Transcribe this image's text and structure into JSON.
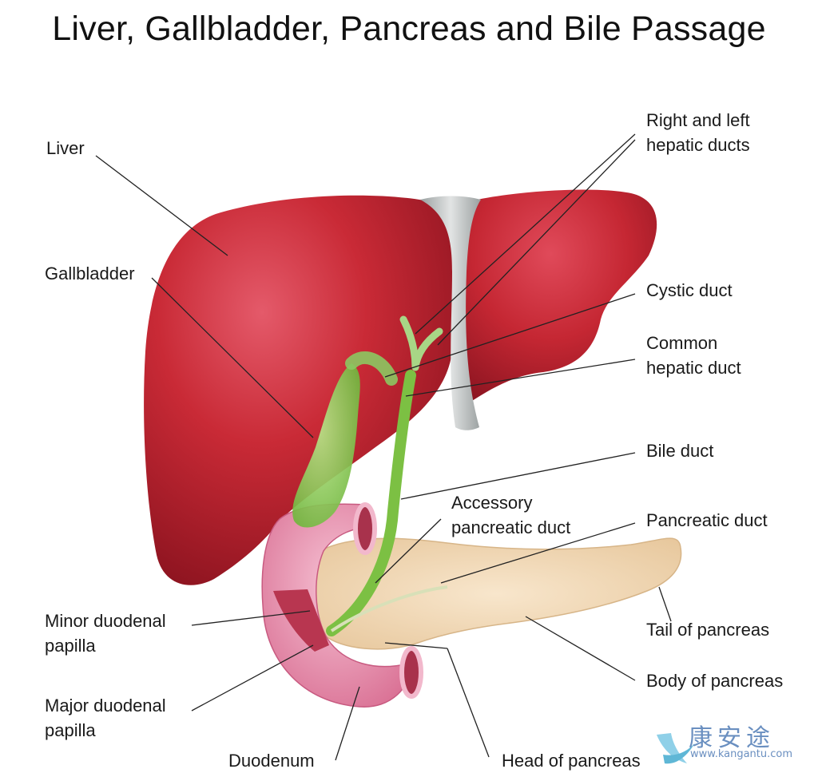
{
  "title": "Liver, Gallbladder, Pancreas and Bile Passage",
  "labels": {
    "liver": "Liver",
    "gallbladder": "Gallbladder",
    "minor_papilla_1": "Minor duodenal",
    "minor_papilla_2": "papilla",
    "major_papilla_1": "Major duodenal",
    "major_papilla_2": "papilla",
    "duodenum": "Duodenum",
    "head_of_pancreas": "Head of pancreas",
    "hepatic_ducts_1": "Right and left",
    "hepatic_ducts_2": "hepatic ducts",
    "cystic_duct": "Cystic duct",
    "common_hepatic_1": "Common",
    "common_hepatic_2": "hepatic duct",
    "bile_duct": "Bile duct",
    "accessory_1": "Accessory",
    "accessory_2": "pancreatic duct",
    "pancreatic_duct": "Pancreatic duct",
    "tail_of_pancreas": "Tail of pancreas",
    "body_of_pancreas": "Body of pancreas"
  },
  "watermark": {
    "brand": "康安途",
    "url": "www.kangantu.com"
  },
  "colors": {
    "liver": "#c4232f",
    "gallbladder": "#8ed05a",
    "duodenum": "#e48aa8",
    "pancreas": "#f2d8b4",
    "ligament": "#b8bcbc"
  }
}
